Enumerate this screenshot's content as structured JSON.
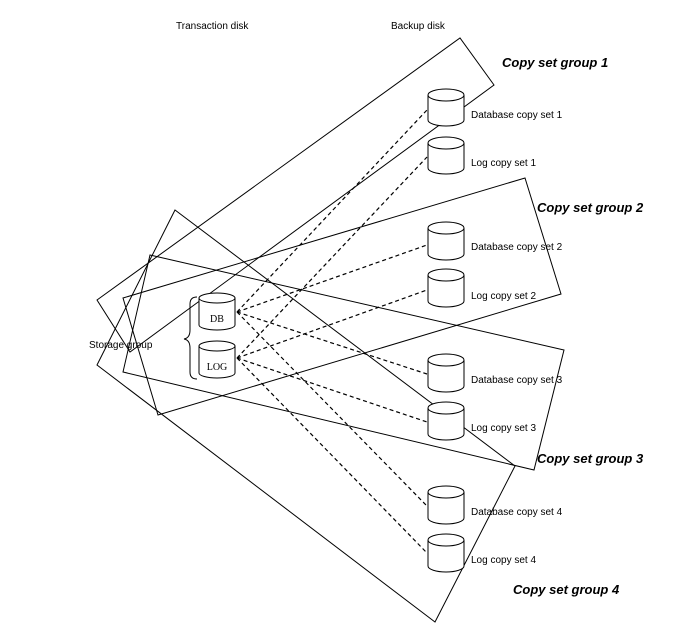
{
  "headers": {
    "transaction_disk": "Transaction disk",
    "backup_disk": "Backup disk"
  },
  "storage_group": {
    "label": "Storage group",
    "db_label": "DB",
    "log_label": "LOG"
  },
  "copy_set_groups": [
    {
      "label": "Copy set group 1"
    },
    {
      "label": "Copy set group 2"
    },
    {
      "label": "Copy set group 3"
    },
    {
      "label": "Copy set group 4"
    }
  ],
  "backup_disks": [
    "Database copy set 1",
    "Log copy set 1",
    "Database copy set 2",
    "Log copy set 2",
    "Database copy set 3",
    "Log copy set 3",
    "Database copy set 4",
    "Log copy set 4"
  ],
  "connections": [
    {
      "from": "DB",
      "to": "Database copy set 1"
    },
    {
      "from": "LOG",
      "to": "Log copy set 1"
    },
    {
      "from": "DB",
      "to": "Database copy set 2"
    },
    {
      "from": "LOG",
      "to": "Log copy set 2"
    },
    {
      "from": "DB",
      "to": "Database copy set 3"
    },
    {
      "from": "LOG",
      "to": "Log copy set 3"
    },
    {
      "from": "DB",
      "to": "Database copy set 4"
    },
    {
      "from": "LOG",
      "to": "Log copy set 4"
    }
  ]
}
